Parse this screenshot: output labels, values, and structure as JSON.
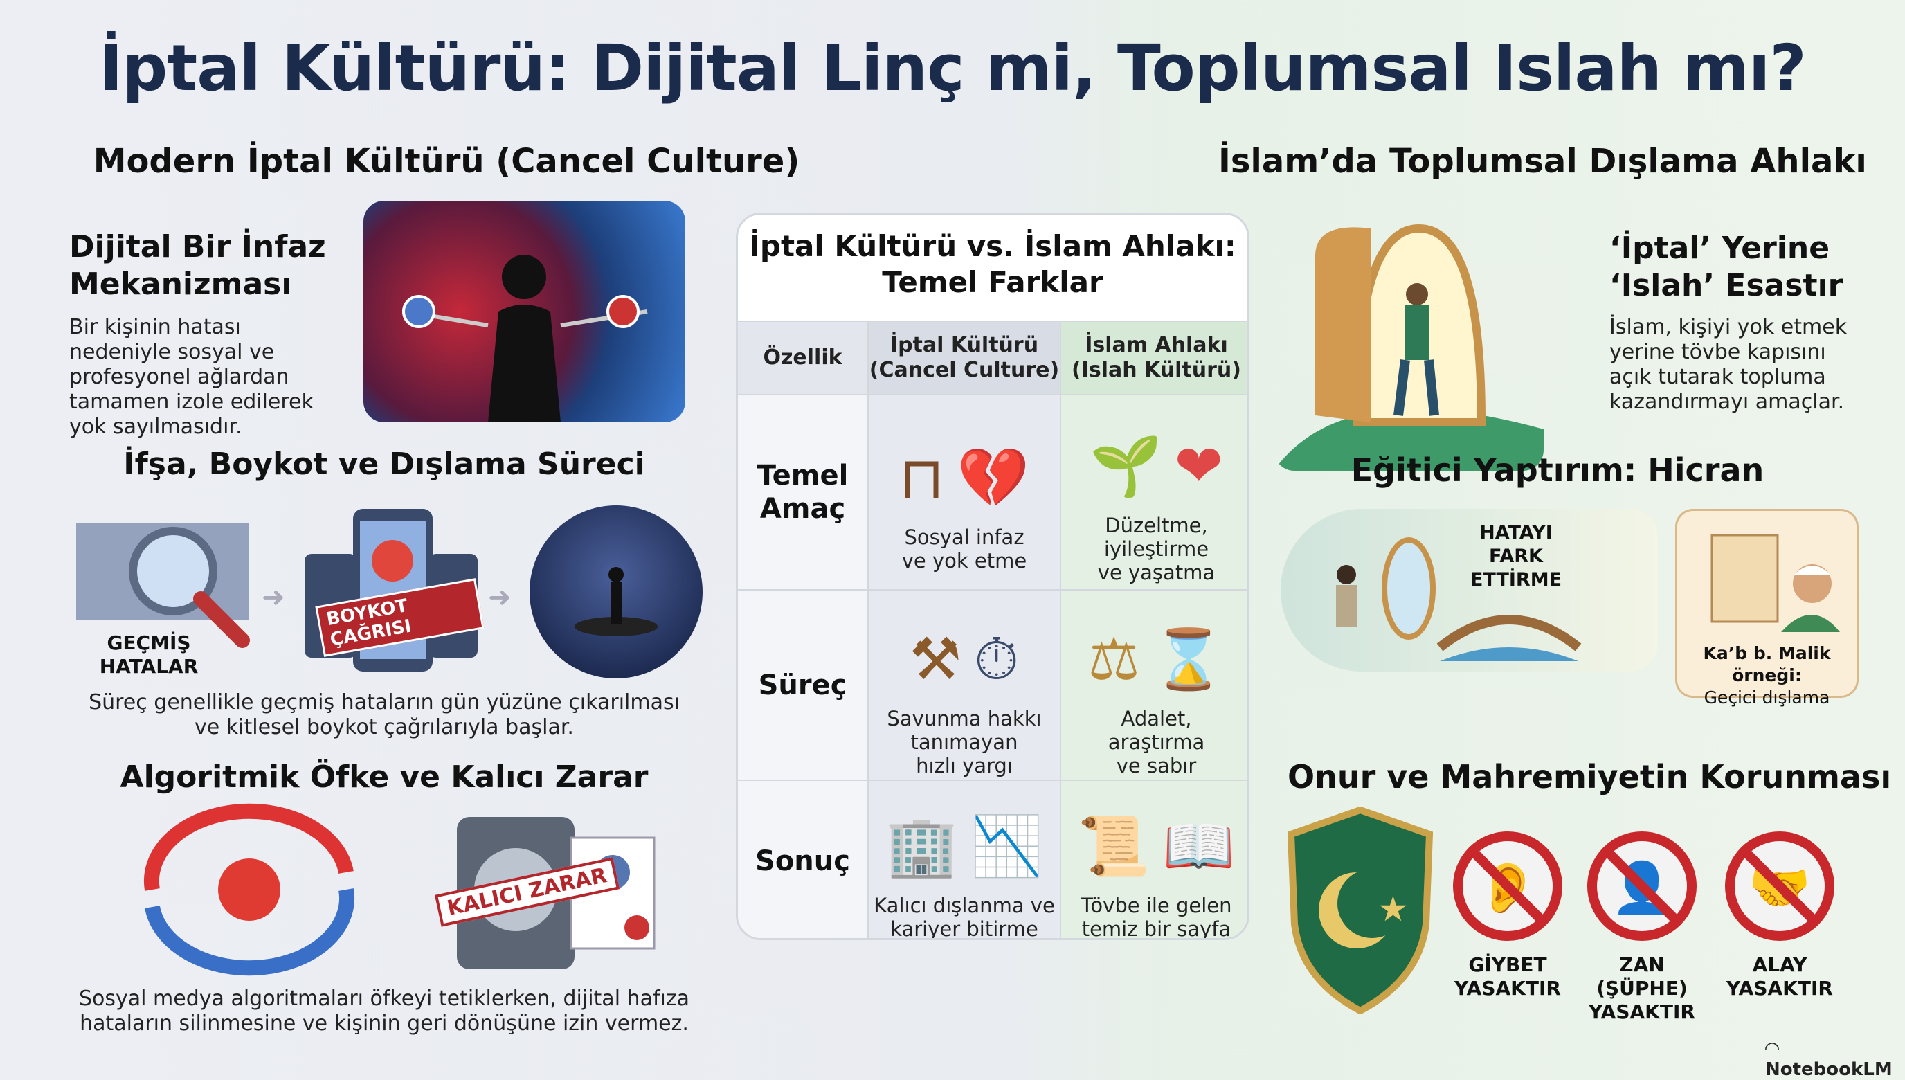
{
  "title": "İptal Kültürü: Dijital Linç mi, Toplumsal Islah mı?",
  "left": {
    "heading": "Modern İptal Kültürü (Cancel Culture)",
    "mechanism": {
      "title_line1": "Dijital Bir İnfaz",
      "title_line2": "Mekanizması",
      "text": "Bir kişinin hatası nedeniyle sosyal ve profesyonel ağlardan tamamen izole edilerek yok sayılmasıdır."
    },
    "process": {
      "title": "İfşa, Boykot ve Dışlama Süreci",
      "label_past_line1": "GEÇMİŞ",
      "label_past_line2": "HATALAR",
      "boycott_stamp": "BOYKOT ÇAĞRISI",
      "text_line1": "Süreç genellikle geçmiş hataların gün yüzüne çıkarılması",
      "text_line2": "ve kitlesel boykot çağrılarıyla başlar."
    },
    "algorithm": {
      "title": "Algoritmik Öfke ve Kalıcı Zarar",
      "stamp": "KALICI ZARAR",
      "text_line1": "Sosyal medya algoritmaları öfkeyi tetiklerken, dijital hafıza",
      "text_line2": "hataların silinmesine ve kişinin geri dönüşüne izin vermez."
    }
  },
  "table": {
    "title_line1": "İptal Kültürü vs. İslam Ahlakı:",
    "title_line2": "Temel Farklar",
    "headers": [
      {
        "l1": "Özellik",
        "l2": ""
      },
      {
        "l1": "İptal Kültürü",
        "l2": "(Cancel Culture)"
      },
      {
        "l1": "İslam Ahlakı",
        "l2": "(Islah Kültürü)"
      }
    ],
    "rows": [
      {
        "label_l1": "Temel",
        "label_l2": "Amaç",
        "cancel": [
          "Sosyal infaz",
          "ve yok etme",
          ""
        ],
        "islam": [
          "Düzeltme,",
          "iyileştirme",
          "ve yaşatma"
        ],
        "cancel_icons": [
          "guillotine-icon",
          "broken-heart-icon"
        ],
        "islam_icons": [
          "sprout-in-hand-icon",
          "heart-in-hands-icon"
        ]
      },
      {
        "label_l1": "Süreç",
        "label_l2": "",
        "cancel": [
          "Savunma hakkı",
          "tanımayan",
          "hızlı yargı"
        ],
        "islam": [
          "Adalet,",
          "araştırma",
          "ve sabır"
        ],
        "cancel_icons": [
          "gavel-icon",
          "stopwatch-icon"
        ],
        "islam_icons": [
          "scales-icon",
          "hourglass-icon"
        ]
      },
      {
        "label_l1": "Sonuç",
        "label_l2": "",
        "cancel": [
          "Kalıcı dışlanma ve",
          "kariyer bitirme",
          ""
        ],
        "islam": [
          "Tövbe ile gelen",
          "temiz bir sayfa",
          ""
        ],
        "cancel_icons": [
          "building-icon",
          "falling-stairs-icon"
        ],
        "islam_icons": [
          "blank-scroll-icon",
          "open-book-icon"
        ]
      }
    ],
    "colors": {
      "cancel_col": "#e6e9ef",
      "islam_col": "#e4f0e4",
      "header_islam": "#d6e9d6"
    }
  },
  "right": {
    "heading": "İslam’da Toplumsal Dışlama Ahlakı",
    "islah": {
      "title_line1": "‘İptal’ Yerine",
      "title_line2": "‘Islah’ Esastır",
      "text": "İslam, kişiyi yok etmek yerine tövbe kapısını açık tutarak topluma kazandırmayı amaçlar."
    },
    "hicran": {
      "title": "Eğitici Yaptırım: Hicran",
      "label_line1": "HATAYI",
      "label_line2": "FARK ETTİRME",
      "bubble_line1": "Ka’b b. Malik örneği:",
      "bubble_line2": "Geçici dışlama"
    },
    "honor": {
      "title": "Onur ve Mahremiyetin Korunması",
      "items": [
        {
          "l1": "GİYBET",
          "l2": "YASAKTIR",
          "icon": "no-gossip-icon"
        },
        {
          "l1": "ZAN (ŞÜPHE)",
          "l2": "YASAKTIR",
          "icon": "no-suspicion-icon"
        },
        {
          "l1": "ALAY",
          "l2": "YASAKTIR",
          "icon": "no-mockery-icon"
        }
      ]
    }
  },
  "footer": {
    "brand": "NotebookLM"
  }
}
